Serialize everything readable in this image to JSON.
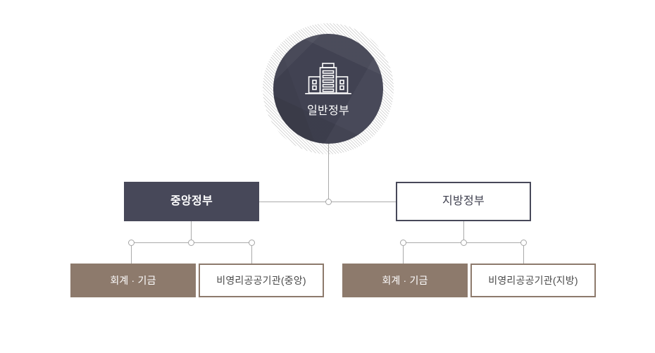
{
  "diagram": {
    "root": {
      "label": "일반정부",
      "icon": "government-building-icon",
      "fill_color": "#414252",
      "text_color": "#ffffff"
    },
    "level2": [
      {
        "label": "중앙정부",
        "style": "filled",
        "fill_color": "#474859",
        "text_color": "#ffffff"
      },
      {
        "label": "지방정부",
        "style": "outlined",
        "border_color": "#474859",
        "text_color": "#3d3e4d"
      }
    ],
    "level3": [
      {
        "label": "회계 · 기금",
        "style": "filled",
        "fill_color": "#8d7a6c",
        "text_color": "#ffffff",
        "parent": "중앙정부"
      },
      {
        "label": "비영리공공기관(중앙)",
        "style": "outlined",
        "border_color": "#8d7a6c",
        "text_color": "#4a4a4a",
        "parent": "중앙정부"
      },
      {
        "label": "회계 · 기금",
        "style": "filled",
        "fill_color": "#8d7a6c",
        "text_color": "#ffffff",
        "parent": "지방정부"
      },
      {
        "label": "비영리공공기관(지방)",
        "style": "outlined",
        "border_color": "#8d7a6c",
        "text_color": "#4a4a4a",
        "parent": "지방정부"
      }
    ],
    "connector_color": "#aaaaaa",
    "node_dot_color": "#ffffff"
  }
}
